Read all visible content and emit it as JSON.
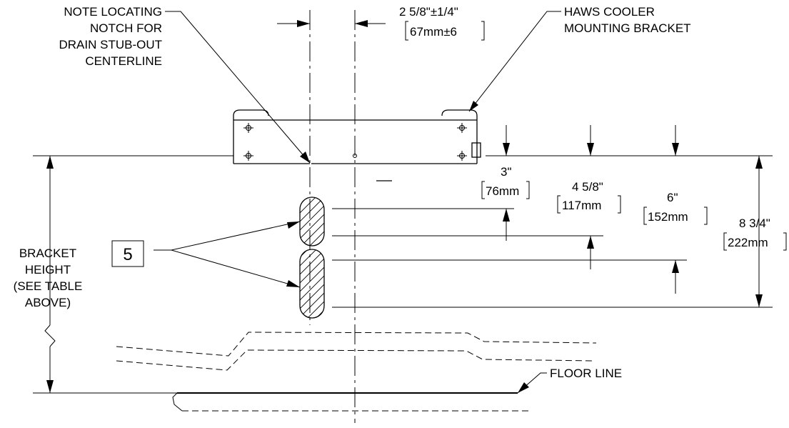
{
  "labels": {
    "note_locating": [
      "NOTE LOCATING",
      "NOTCH FOR",
      "DRAIN STUB-OUT",
      "CENTERLINE"
    ],
    "dim_top_in": "2 5/8\"±1/4\"",
    "dim_top_mm": "67mm±6",
    "haws_bracket": [
      "HAWS COOLER",
      "MOUNTING BRACKET"
    ],
    "dim_3_in": "3\"",
    "dim_3_mm": "76mm",
    "dim_4_in": "4 5/8\"",
    "dim_4_mm": "117mm",
    "dim_6_in": "6\"",
    "dim_6_mm": "152mm",
    "dim_8_in": "8 3/4\"",
    "dim_8_mm": "222mm",
    "callout_number": "5",
    "bracket_height": [
      "BRACKET",
      "HEIGHT",
      "(SEE TABLE",
      "ABOVE)"
    ],
    "floor_line": "FLOOR LINE"
  }
}
